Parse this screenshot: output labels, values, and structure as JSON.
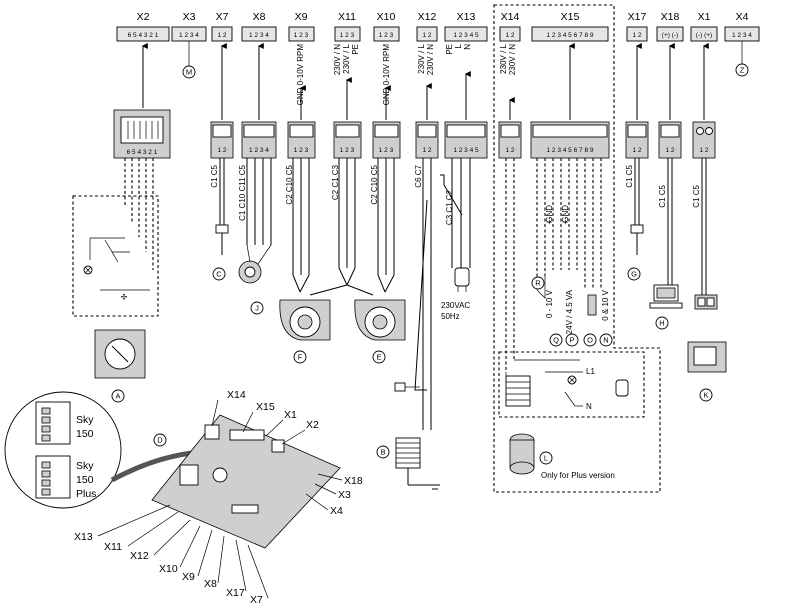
{
  "connectors": [
    {
      "id": "X2",
      "pins": "6 5 4 3 2 1"
    },
    {
      "id": "X3",
      "pins": "1 2 3 4"
    },
    {
      "id": "X7",
      "pins": "1 2"
    },
    {
      "id": "X8",
      "pins": "1 2 3 4"
    },
    {
      "id": "X9",
      "pins": "1 2 3"
    },
    {
      "id": "X11",
      "pins": "1 2 3"
    },
    {
      "id": "X10",
      "pins": "1 2 3"
    },
    {
      "id": "X12",
      "pins": "1 2"
    },
    {
      "id": "X13",
      "pins": "1 2 3 4 5"
    },
    {
      "id": "X14",
      "pins": "1 2"
    },
    {
      "id": "X15",
      "pins": "1 2 3 4 5 6 7 8 9"
    },
    {
      "id": "X17",
      "pins": "1 2"
    },
    {
      "id": "X18",
      "pins": "(+) (-)"
    },
    {
      "id": "X1",
      "pins": "(-) (+)"
    },
    {
      "id": "X4",
      "pins": "1 2 3 4"
    }
  ],
  "signals": {
    "x9": "GND 0-10V RPM",
    "x11_a": "230V / N",
    "x11_b": "230V / L",
    "x11_c": "PE",
    "x10": "GND 0-10V RPM",
    "x12_a": "230V / L",
    "x12_b": "230V / N",
    "x13_a": "PE",
    "x13_b": "L",
    "x13_c": "N",
    "x14_a": "230V / L",
    "x14_b": "230V / N"
  },
  "cables": {
    "x7": "C1 C5",
    "x8": "C1 C10 C11 C5",
    "x9": "C2 C10 C5",
    "x11": "C2 C1 C3",
    "x10": "C2 C10 C5",
    "x12": "C6 C7",
    "x13": "C3 C1 C2",
    "x17": "C1 C5",
    "x18": "C1 C5",
    "x1": "C1 C5"
  },
  "x15_labels": [
    "GND",
    "+",
    "GND",
    "+",
    "0 - 10 V",
    "24V / 4.5 VA",
    "0 & 10 V"
  ],
  "x13_supply": [
    "230VAC",
    "50Hz"
  ],
  "relay_labels": [
    "L1",
    "N"
  ],
  "callouts": [
    "A",
    "B",
    "C",
    "D",
    "E",
    "F",
    "G",
    "H",
    "J",
    "K",
    "L",
    "M",
    "N",
    "O",
    "P",
    "Q",
    "R",
    "Z"
  ],
  "inset_labels": {
    "sky150": [
      "Sky",
      "150"
    ],
    "sky150plus": [
      "Sky",
      "150",
      "Plus"
    ]
  },
  "plus_note": "Only for Plus version",
  "board_labels": [
    "X14",
    "X15",
    "X1",
    "X2",
    "X18",
    "X3",
    "X4",
    "X13",
    "X11",
    "X12",
    "X10",
    "X9",
    "X8",
    "X17",
    "X7"
  ]
}
